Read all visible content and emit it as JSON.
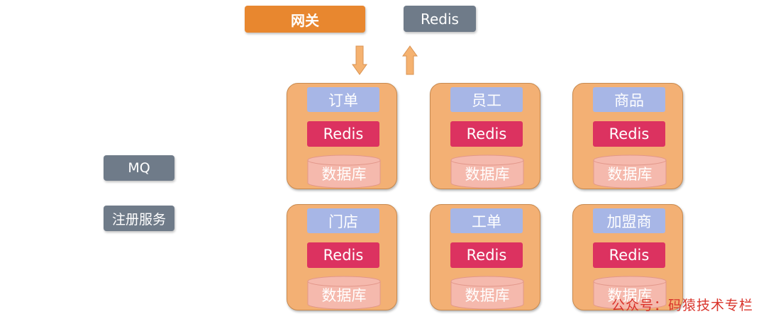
{
  "gateway": {
    "label": "网关"
  },
  "redis_top": {
    "label": "Redis"
  },
  "mq": {
    "label": "MQ"
  },
  "registry": {
    "label": "注册服务"
  },
  "services": [
    {
      "name": "订单",
      "cache": "Redis",
      "db": "数据库"
    },
    {
      "name": "员工",
      "cache": "Redis",
      "db": "数据库"
    },
    {
      "name": "商品",
      "cache": "Redis",
      "db": "数据库"
    },
    {
      "name": "门店",
      "cache": "Redis",
      "db": "数据库"
    },
    {
      "name": "工单",
      "cache": "Redis",
      "db": "数据库"
    },
    {
      "name": "加盟商",
      "cache": "Redis",
      "db": "数据库"
    }
  ],
  "watermark": {
    "text": "公众号：码猿技术专栏"
  },
  "colors": {
    "gateway": "#e8872f",
    "gray_box": "#6f7b89",
    "service_bg": "#f3b074",
    "service_border": "#c98a4f",
    "name_box": "#a7b6e6",
    "redis_box": "#dc3260",
    "db": "#f5b9ad",
    "db_stroke": "#e2978a",
    "arrow": "#f5b270",
    "arrow_stroke": "#d99353"
  }
}
